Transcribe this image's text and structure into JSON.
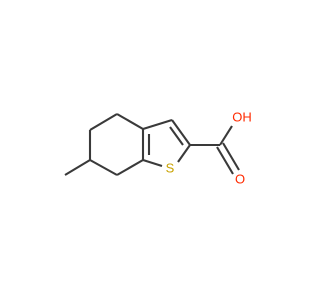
{
  "molecule": {
    "atoms": {
      "sulfur": {
        "label": "S",
        "color": "#c8a200"
      },
      "oxygen_carbonyl": {
        "label": "O",
        "color": "#ff2a00"
      },
      "hydroxyl": {
        "label": "OH",
        "color": "#ff2a00"
      }
    },
    "bond_color": "#3a3a3a"
  }
}
